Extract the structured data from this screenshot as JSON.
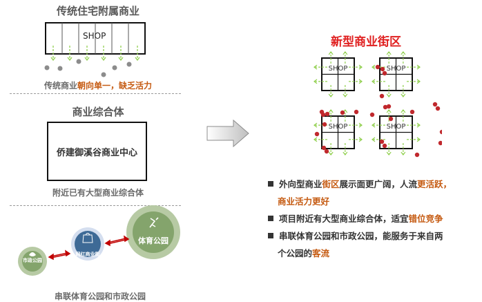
{
  "left": {
    "traditional": {
      "title": "传统住宅附属商业",
      "shop_label": "SHOP",
      "caption_plain": "传统商业",
      "caption_hl1": "朝向单一",
      "caption_sep": "，",
      "caption_hl2": "缺乏活力"
    },
    "complex": {
      "title": "商业综合体",
      "box_label": "侨建御溪谷商业中心",
      "caption": "附近已有大型商业综合体"
    },
    "parks": {
      "municipal": "市政公园",
      "street": "网红商业街",
      "sports": "体育公园",
      "caption": "串联体育公园和市政公园"
    }
  },
  "right": {
    "title": "新型商业街区",
    "shop_labels": [
      "SHOP",
      "SHOP",
      "SHOP",
      "SHOP"
    ],
    "bullets": [
      {
        "parts": [
          {
            "t": "外向型商业"
          },
          {
            "t": "街区",
            "hl": true
          },
          {
            "t": "展示面更广阔，人流"
          },
          {
            "t": "更活跃，",
            "hl": true
          }
        ]
      },
      {
        "parts": [
          {
            "t": "商业活力更好",
            "hl": true
          }
        ],
        "continuation": true
      },
      {
        "parts": [
          {
            "t": "项目附近有大型商业综合体，适宜"
          },
          {
            "t": "错位竞争",
            "hl": true
          }
        ]
      },
      {
        "parts": [
          {
            "t": "串联体育公园和市政公园，能服务于来自两"
          }
        ]
      },
      {
        "parts": [
          {
            "t": "个公园的"
          },
          {
            "t": "客流",
            "hl": true
          }
        ],
        "continuation": true
      }
    ]
  },
  "colors": {
    "accent": "#c55a11",
    "title_red": "#e02020",
    "green": "#92d050",
    "dot_red": "#c0282d",
    "park_green": "#84a46c",
    "street_blue": "#3e6a96"
  }
}
